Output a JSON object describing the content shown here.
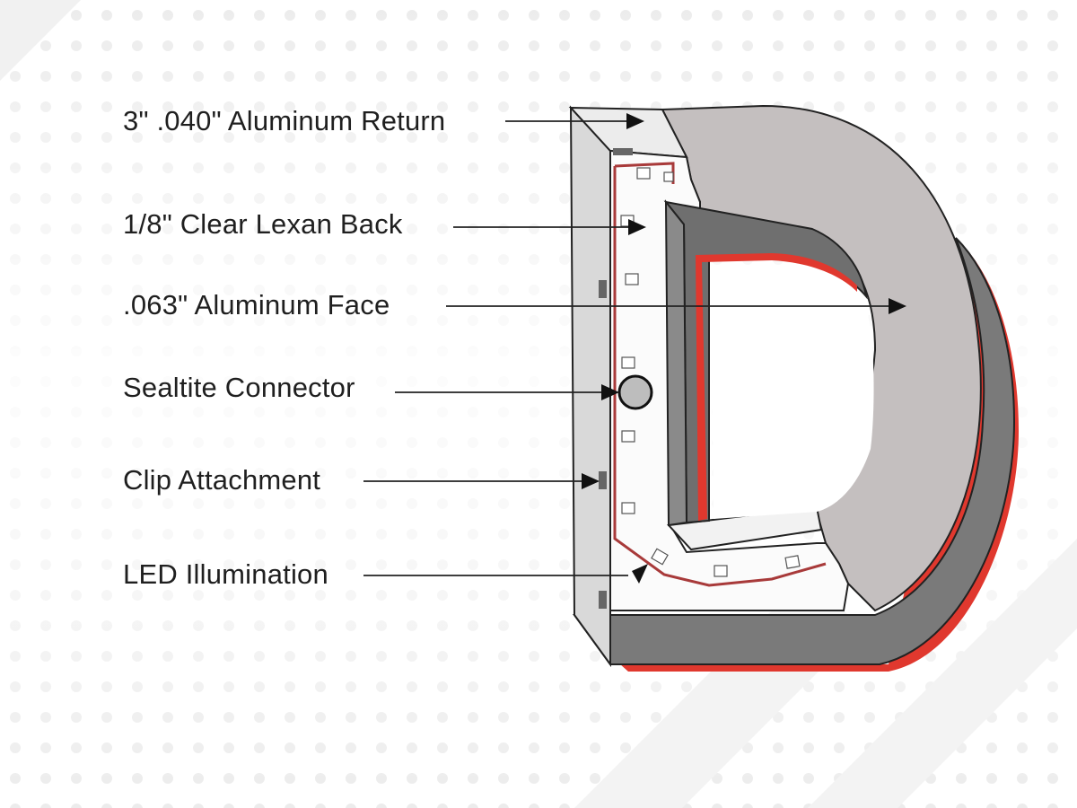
{
  "callouts": [
    {
      "id": "aluminum-return",
      "label": "3\" .040\" Aluminum Return"
    },
    {
      "id": "clear-lexan-back",
      "label": "1/8\" Clear Lexan Back"
    },
    {
      "id": "aluminum-face",
      "label": ".063\" Aluminum Face"
    },
    {
      "id": "sealtite-connector",
      "label": "Sealtite Connector"
    },
    {
      "id": "clip-attachment",
      "label": "Clip Attachment"
    },
    {
      "id": "led-illumination",
      "label": "LED Illumination"
    }
  ],
  "colors": {
    "face": "#c4bfbf",
    "return": "#7a7a7a",
    "trim_red": "#e0382e",
    "outline": "#222222",
    "led_wire": "#a83a3a",
    "background_dots": "#e9e9e9"
  }
}
